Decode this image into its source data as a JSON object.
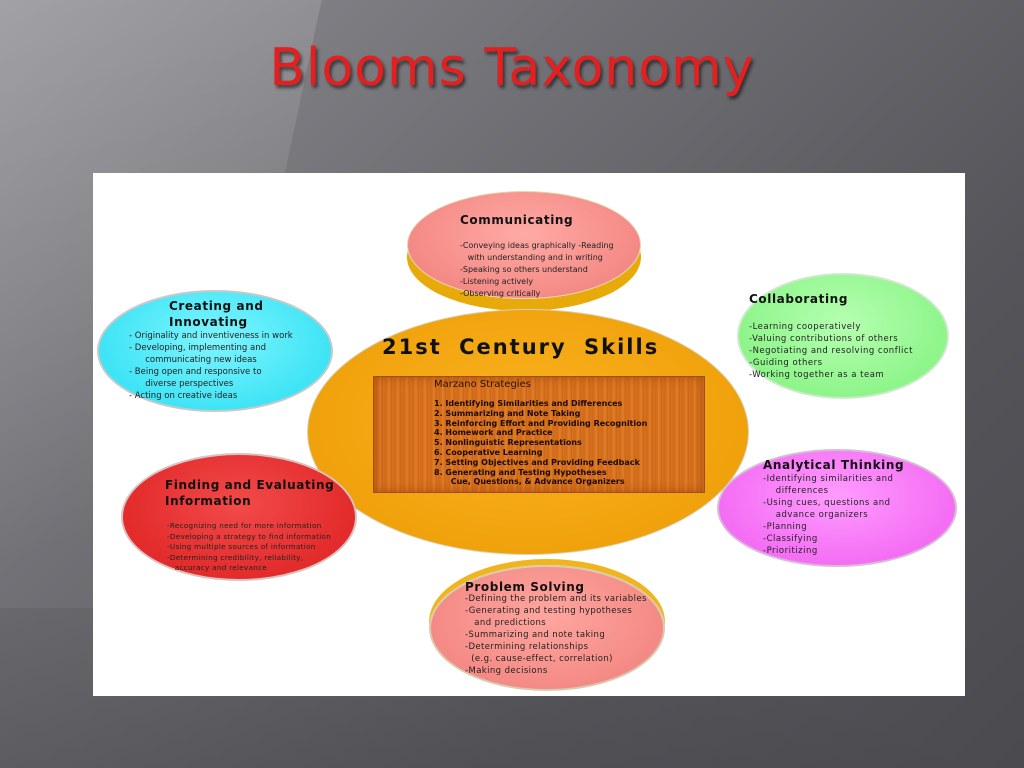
{
  "slide": {
    "title": "Blooms Taxonomy"
  },
  "diagram": {
    "center": {
      "title": "21st Century Skills",
      "marzano": {
        "title": "Marzano Strategies",
        "items": [
          "1. Identifying Similarities and Differences",
          "2. Summarizing and Note Taking",
          "3. Reinforcing Effort and Providing Recognition",
          "4. Homework and Practice",
          "5. Nonlinguistic Representations",
          "6. Cooperative Learning",
          "7. Setting Objectives and Providing Feedback",
          "8. Generating and Testing Hypotheses",
          "      Cue, Questions, & Advance Organizers"
        ]
      }
    },
    "communicating": {
      "title": "Communicating",
      "lines": [
        "-Conveying ideas graphically -Reading",
        "   with understanding and in writing",
        "-Speaking so others understand",
        "-Listening actively",
        "-Observing critically"
      ]
    },
    "creating": {
      "title_line1": "Creating and",
      "title_line2": "Innovating",
      "lines": [
        "- Originality and inventiveness in work",
        "- Developing, implementing and",
        "      communicating new ideas",
        "- Being open and responsive to",
        "      diverse perspectives",
        "- Acting on creative ideas"
      ]
    },
    "collaborating": {
      "title": "Collaborating",
      "lines": [
        "-Learning cooperatively",
        "-Valuing contributions of others",
        "-Negotiating and resolving conflict",
        "-Guiding others",
        "-Working together as a team"
      ]
    },
    "analytical": {
      "title": "Analytical Thinking",
      "lines": [
        "-Identifying similarities and",
        "    differences",
        "-Using cues, questions and",
        "    advance organizers",
        "-Planning",
        "-Classifying",
        "-Prioritizing"
      ]
    },
    "finding": {
      "title_line1": "Finding and Evaluating",
      "title_line2": "Information",
      "lines": [
        "-Recognizing need for more information",
        "-Developing a strategy to find information",
        "-Using multiple sources of information",
        "-Determining credibility, reliability,",
        "   accuracy and relevance"
      ]
    },
    "problem": {
      "title": "Problem Solving",
      "lines": [
        "-Defining the problem and its variables",
        "-Generating and testing hypotheses",
        "   and predictions",
        "-Summarizing and note taking",
        "-Determining relationships",
        "  (e.g. cause-effect, correlation)",
        "-Making decisions"
      ]
    }
  }
}
